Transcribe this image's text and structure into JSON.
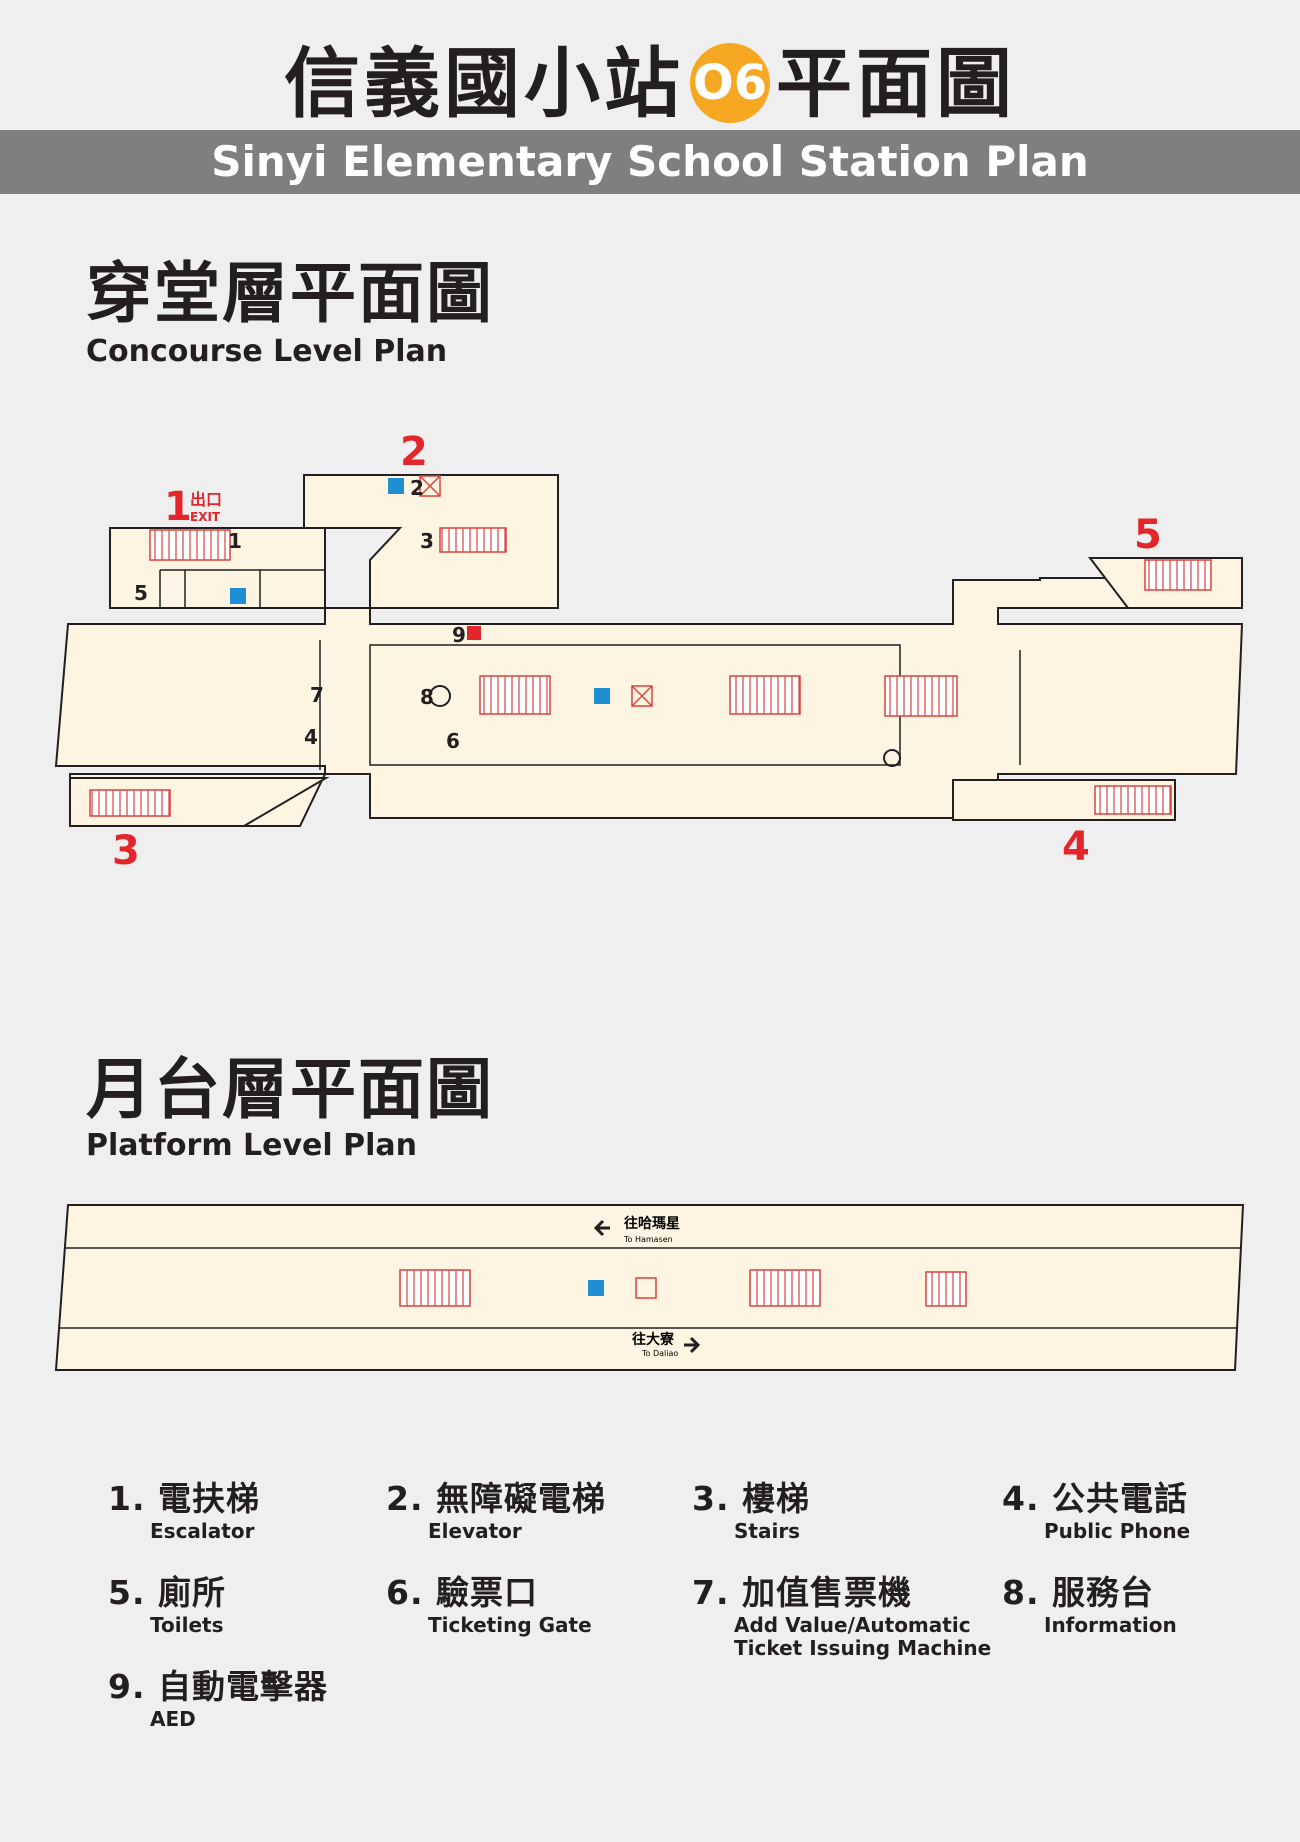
{
  "header": {
    "title_prefix": "信義國小站",
    "station_code": "O6",
    "title_suffix": "平面圖",
    "subtitle": "Sinyi Elementary School Station Plan"
  },
  "concourse": {
    "title_cn": "穿堂層平面圖",
    "title_en": "Concourse Level Plan",
    "exit_word_cn": "出口",
    "exit_word_en": "EXIT",
    "exits": [
      "1",
      "2",
      "3",
      "4",
      "5"
    ],
    "markers": [
      "1",
      "2",
      "3",
      "5",
      "7",
      "4",
      "9",
      "8",
      "6"
    ]
  },
  "platform": {
    "title_cn": "月台層平面圖",
    "title_en": "Platform Level Plan",
    "direction_top_cn": "往哈瑪星",
    "direction_top_en": "To Hamasen",
    "direction_bottom_cn": "往大寮",
    "direction_bottom_en": "To Daliao"
  },
  "legend": [
    {
      "num": "1.",
      "cn": "電扶梯",
      "en": "Escalator"
    },
    {
      "num": "2.",
      "cn": "無障礙電梯",
      "en": "Elevator"
    },
    {
      "num": "3.",
      "cn": "樓梯",
      "en": "Stairs"
    },
    {
      "num": "4.",
      "cn": "公共電話",
      "en": "Public Phone"
    },
    {
      "num": "5.",
      "cn": "廁所",
      "en": "Toilets"
    },
    {
      "num": "6.",
      "cn": "驗票口",
      "en": "Ticketing Gate"
    },
    {
      "num": "7.",
      "cn": "加值售票機",
      "en": "Add Value/Automatic",
      "en2": "Ticket Issuing Machine"
    },
    {
      "num": "8.",
      "cn": "服務台",
      "en": "Information"
    },
    {
      "num": "9.",
      "cn": "自動電擊器",
      "en": "AED"
    }
  ],
  "colors": {
    "floor": "#fdf5e1",
    "exit_red": "#e3262c",
    "escalator_red": "#d9443f",
    "badge": "#f7a823",
    "elevator_blue": "#1f8fd3",
    "band": "#7f7f7f"
  },
  "icons": [
    "elevator-icon",
    "phone-icon",
    "info-icon",
    "aed-icon",
    "toilet-icon",
    "arrow-left-icon",
    "arrow-right-icon"
  ]
}
